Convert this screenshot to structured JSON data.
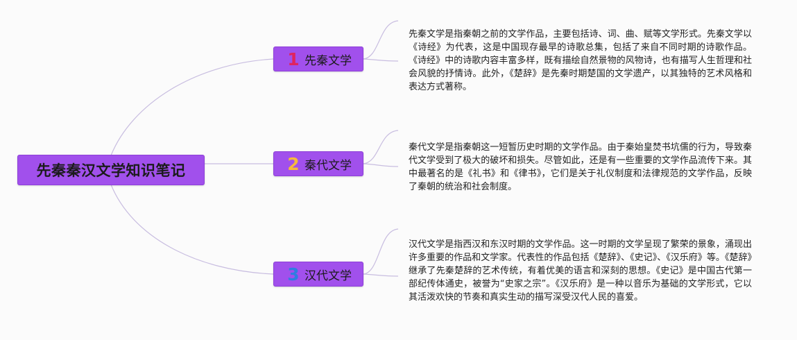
{
  "title": "先秦秦汉文学知识笔记",
  "colors": {
    "node_fill": "#a150ec",
    "connector": "#c8bde0",
    "text": "#222222"
  },
  "branches": [
    {
      "number": "1",
      "number_color": "#e0245e",
      "label": "先秦文学",
      "note": "先秦文学是指秦朝之前的文学作品，主要包括诗、词、曲、赋等文学形式。先秦文学以《诗经》为代表，这是中国现存最早的诗歌总集，包括了来自不同时期的诗歌作品。《诗经》中的诗歌内容丰富多样，既有描绘自然景物的风物诗，也有描写人生哲理和社会风貌的抒情诗。此外，《楚辞》是先秦时期楚国的文学遗产，以其独特的艺术风格和表达方式著称。"
    },
    {
      "number": "2",
      "number_color": "#f6b93b",
      "label": "秦代文学",
      "note": "秦代文学是指秦朝这一短暂历史时期的文学作品。由于秦始皇焚书坑儒的行为，导致秦代文学受到了极大的破坏和损失。尽管如此，还是有一些重要的文学作品流传下来。其中最著名的是《礼书》和《律书》，它们是关于礼仪制度和法律规范的文学作品，反映了秦朝的统治和社会制度。"
    },
    {
      "number": "3",
      "number_color": "#2f7de1",
      "label": "汉代文学",
      "note": "汉代文学是指西汉和东汉时期的文学作品。这一时期的文学呈现了繁荣的景象，涌现出许多重要的作品和文学家。代表性的作品包括《楚辞》、《史记》、《汉乐府》等。《楚辞》继承了先秦楚辞的艺术传统，有着优美的语言和深刻的思想。《史记》是中国古代第一部纪传体通史，被誉为“史家之宗”。《汉乐府》是一种以音乐为基础的文学形式，它以其活泼欢快的节奏和真实生动的描写深受汉代人民的喜爱。"
    }
  ]
}
